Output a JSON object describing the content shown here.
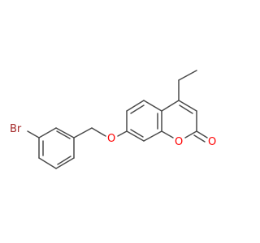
{
  "diagram": {
    "type": "chemical-structure",
    "atoms": [
      {
        "name": "bromine",
        "text": "Br",
        "color": "#a52a2a"
      },
      {
        "name": "ether-oxygen",
        "text": "O",
        "color": "#ff0000"
      },
      {
        "name": "ring-oxygen",
        "text": "O",
        "color": "#ff0000"
      },
      {
        "name": "carbonyl-oxygen",
        "text": "O",
        "color": "#ff0000"
      }
    ],
    "bond_color": "#4a4a4a"
  }
}
